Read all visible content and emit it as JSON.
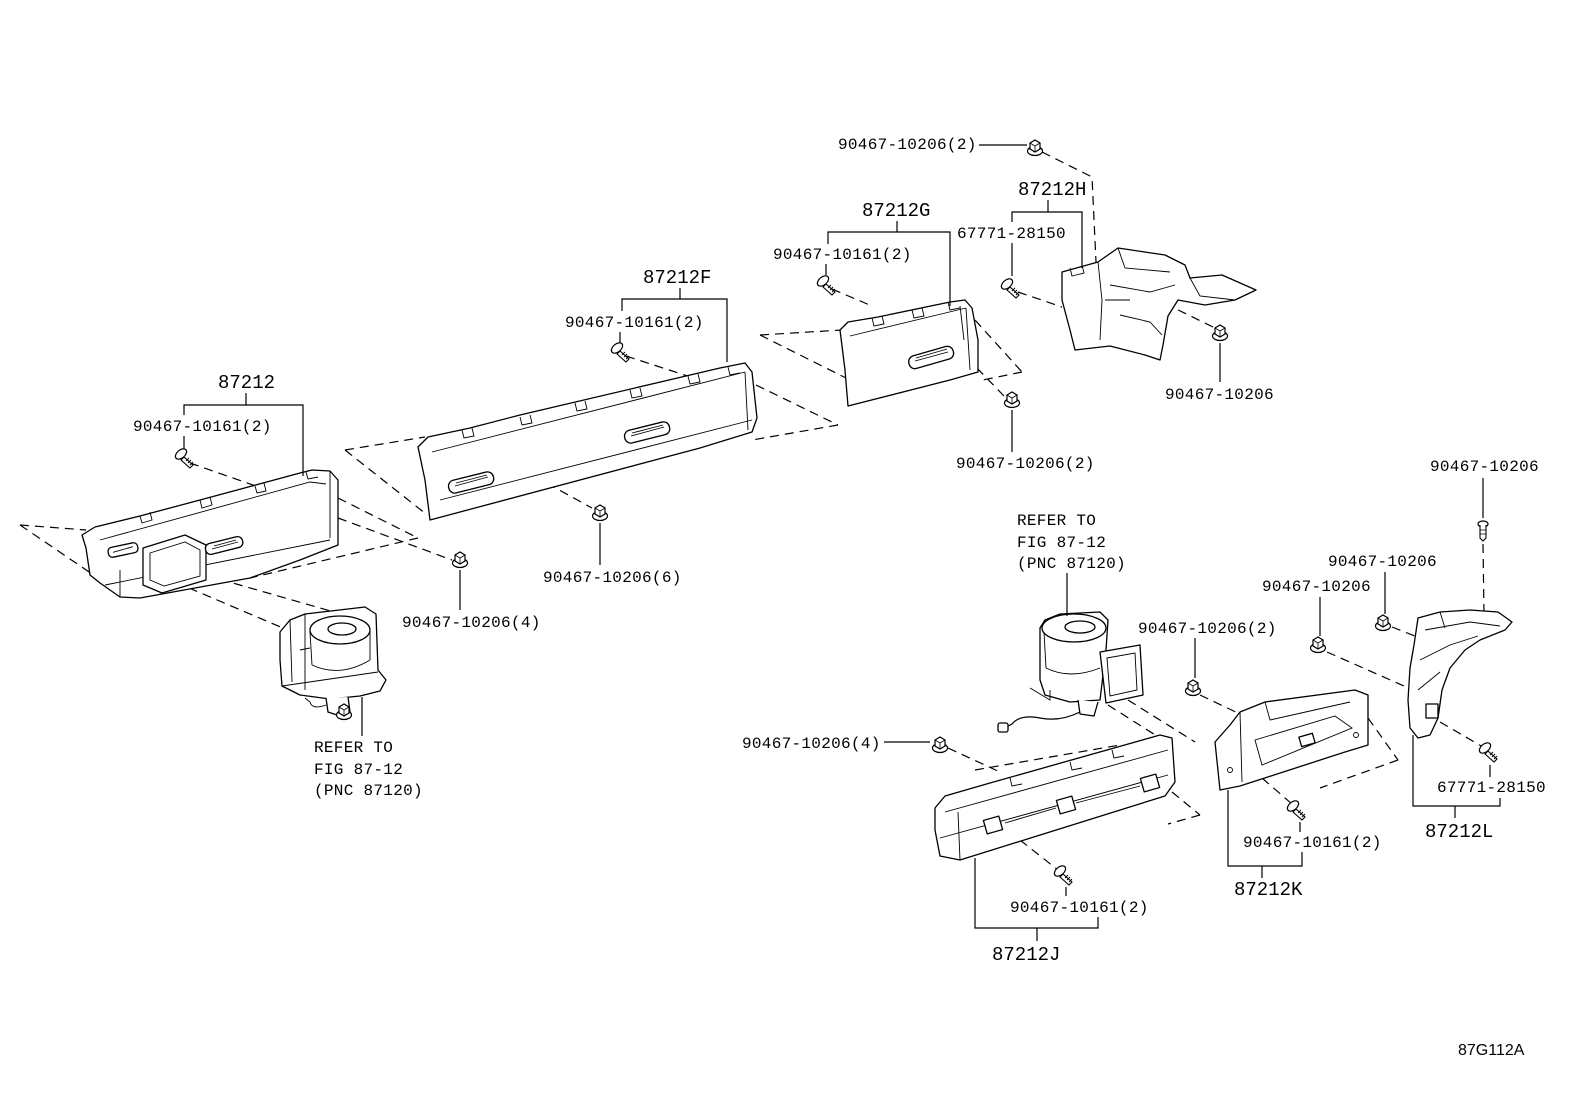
{
  "diagram_id": "87G112A",
  "assemblies": {
    "a87212": "87212",
    "a87212F": "87212F",
    "a87212G": "87212G",
    "a87212H": "87212H",
    "a87212J": "87212J",
    "a87212K": "87212K",
    "a87212L": "87212L"
  },
  "fasteners": [
    "90467-10206(2)",
    "67771-28150",
    "90467-10161(2)",
    "90467-10161(2)",
    "90467-10161(2)",
    "90467-10206",
    "90467-10206(2)",
    "90467-10206",
    "90467-10206",
    "90467-10206(6)",
    "90467-10206",
    "90467-10206(4)",
    "90467-10206(2)",
    "90467-10206(4)",
    "67771-28150",
    "90467-10161(2)",
    "90467-10161(2)"
  ],
  "references": [
    {
      "line1": "REFER TO",
      "line2": "FIG 87-12",
      "line3": "(PNC 87120)"
    },
    {
      "line1": "REFER TO",
      "line2": "FIG 87-12",
      "line3": "(PNC 87120)"
    }
  ],
  "icons": {
    "bolt": "bolt-icon",
    "clip": "clip-icon",
    "blower": "blower-unit-icon"
  },
  "colors": {
    "line": "#000000",
    "background": "#ffffff"
  }
}
